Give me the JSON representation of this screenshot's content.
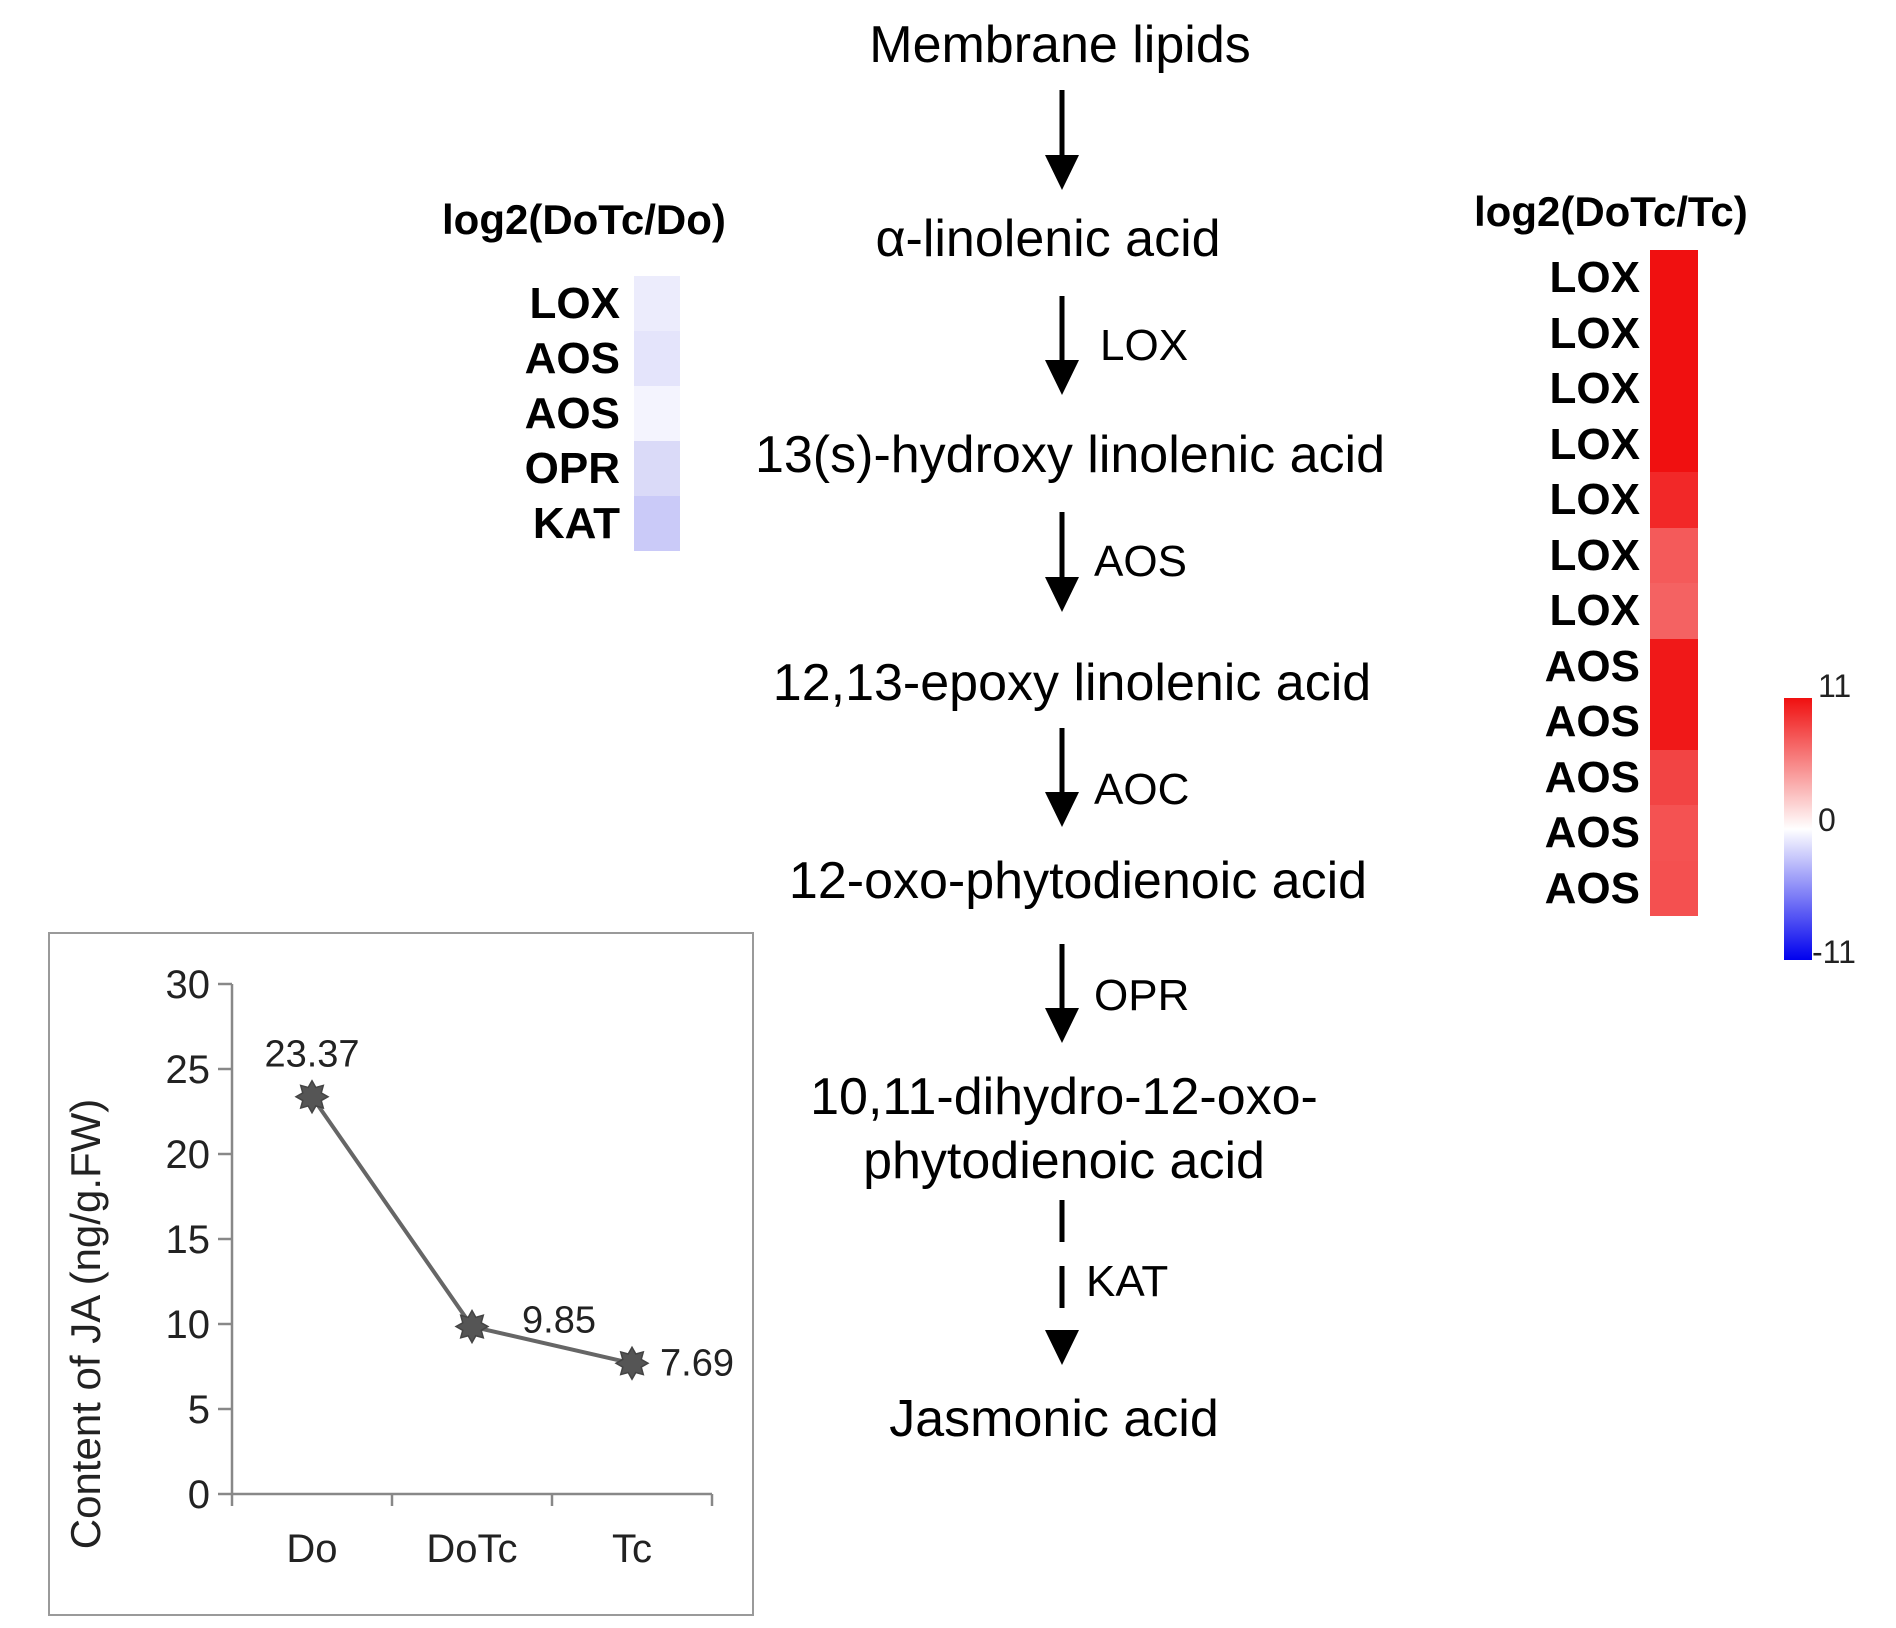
{
  "pathway": {
    "compounds": [
      "Membrane lipids",
      "α-linolenic acid",
      "13(s)-hydroxy linolenic acid",
      "12,13-epoxy linolenic acid",
      "12-oxo-phytodienoic acid",
      "10,11-dihydro-12-oxo-",
      "phytodienoic acid",
      "Jasmonic acid"
    ],
    "enzymes": [
      "LOX",
      "AOS",
      "AOC",
      "OPR",
      "KAT"
    ]
  },
  "left_heatmap": {
    "title": "log2(DoTc/Do)",
    "rows": [
      {
        "label": "LOX",
        "color": "#ececfc"
      },
      {
        "label": "AOS",
        "color": "#e4e4fb"
      },
      {
        "label": "AOS",
        "color": "#f4f4fe"
      },
      {
        "label": "OPR",
        "color": "#dadaf8"
      },
      {
        "label": "KAT",
        "color": "#cacaf8"
      }
    ]
  },
  "right_heatmap": {
    "title": "log2(DoTc/Tc)",
    "rows": [
      {
        "label": "LOX",
        "color": "#f01010"
      },
      {
        "label": "LOX",
        "color": "#f01010"
      },
      {
        "label": "LOX",
        "color": "#f01010"
      },
      {
        "label": "LOX",
        "color": "#f01010"
      },
      {
        "label": "LOX",
        "color": "#f22828"
      },
      {
        "label": "LOX",
        "color": "#f45a5a"
      },
      {
        "label": "LOX",
        "color": "#f46262"
      },
      {
        "label": "AOS",
        "color": "#f01818"
      },
      {
        "label": "AOS",
        "color": "#f01818"
      },
      {
        "label": "AOS",
        "color": "#f24444"
      },
      {
        "label": "AOS",
        "color": "#f45252"
      },
      {
        "label": "AOS",
        "color": "#f45050"
      }
    ]
  },
  "color_scale": {
    "max": "11",
    "mid": "0",
    "min": "-11",
    "max_color": "#f01010",
    "mid_color": "#ffffff",
    "min_color": "#0000ee"
  },
  "chart_data": {
    "type": "line",
    "categories": [
      "Do",
      "DoTc",
      "Tc"
    ],
    "values": [
      23.37,
      9.85,
      7.69
    ],
    "data_labels": [
      "23.37",
      "9.85",
      "7.69"
    ],
    "ylabel": "Content of JA (ng/g.FW)",
    "xlabel": "",
    "ylim": [
      0,
      30
    ],
    "yticks": [
      "0",
      "5",
      "10",
      "15",
      "20",
      "25",
      "30"
    ],
    "grid": false,
    "line_color": "#666666"
  }
}
